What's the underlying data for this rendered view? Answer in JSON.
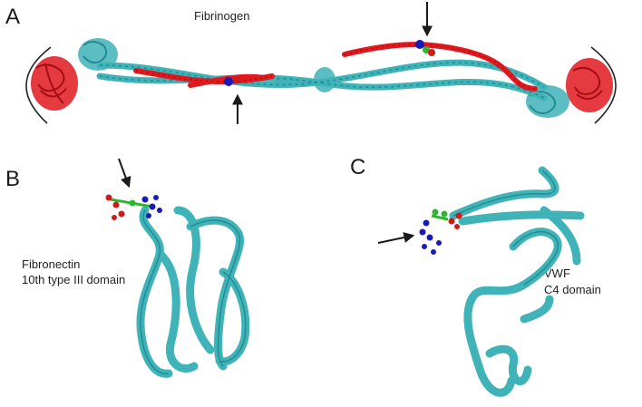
{
  "panels": {
    "a": {
      "letter": "A",
      "label": "Fibrinogen"
    },
    "b": {
      "letter": "B",
      "label_line1": "Fibronectin",
      "label_line2": "10th type III domain"
    },
    "c": {
      "letter": "C",
      "label_line1": "VWF",
      "label_line2": "C4 domain"
    }
  },
  "colors": {
    "cyan_ribbon": "#3fb3b8",
    "cyan_dark": "#1f8c92",
    "red_ribbon": "#e0191f",
    "red_dark": "#a50e14",
    "motif_red": "#d11a1a",
    "motif_green": "#2fb52f",
    "motif_blue": "#1a1ab8",
    "arrow": "#1a1a1a"
  },
  "icons": [
    "arrow-down-icon",
    "arrow-up-icon",
    "arrow-right-icon"
  ]
}
